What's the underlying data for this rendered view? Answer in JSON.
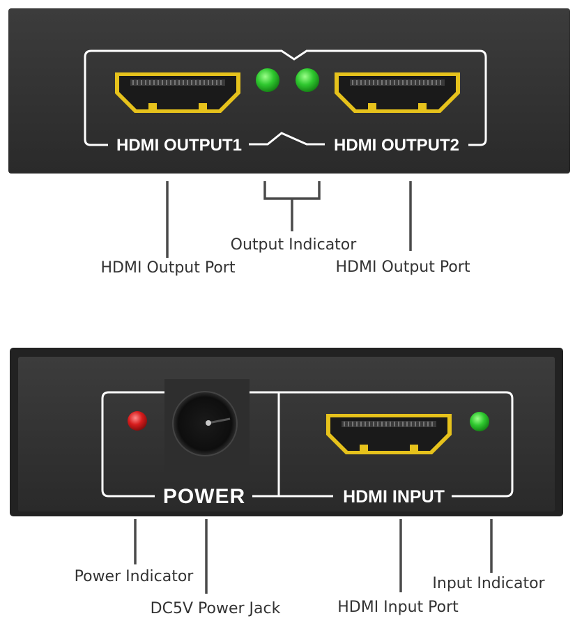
{
  "top_panel": {
    "left_port_label": "HDMI OUTPUT1",
    "right_port_label": "HDMI OUTPUT2"
  },
  "bottom_panel": {
    "power_label": "POWER",
    "input_label": "HDMI INPUT"
  },
  "callouts": {
    "output_indicator": "Output Indicator",
    "hdmi_output_port_left": "HDMI Output Port",
    "hdmi_output_port_right": "HDMI Output Port",
    "power_indicator": "Power Indicator",
    "dc5v_power_jack": "DC5V Power Jack",
    "hdmi_input_port": "HDMI Input Port",
    "input_indicator": "Input Indicator"
  },
  "colors": {
    "panel": "#333333",
    "silkscreen": "#ffffff",
    "hdmi_gold": "#e6c21c",
    "led_green": "#2fc82f",
    "led_red": "#d61c1c",
    "leader": "#4a4a4a"
  },
  "icons": [
    "hdmi-port-icon",
    "led-icon",
    "dc-jack-icon"
  ]
}
